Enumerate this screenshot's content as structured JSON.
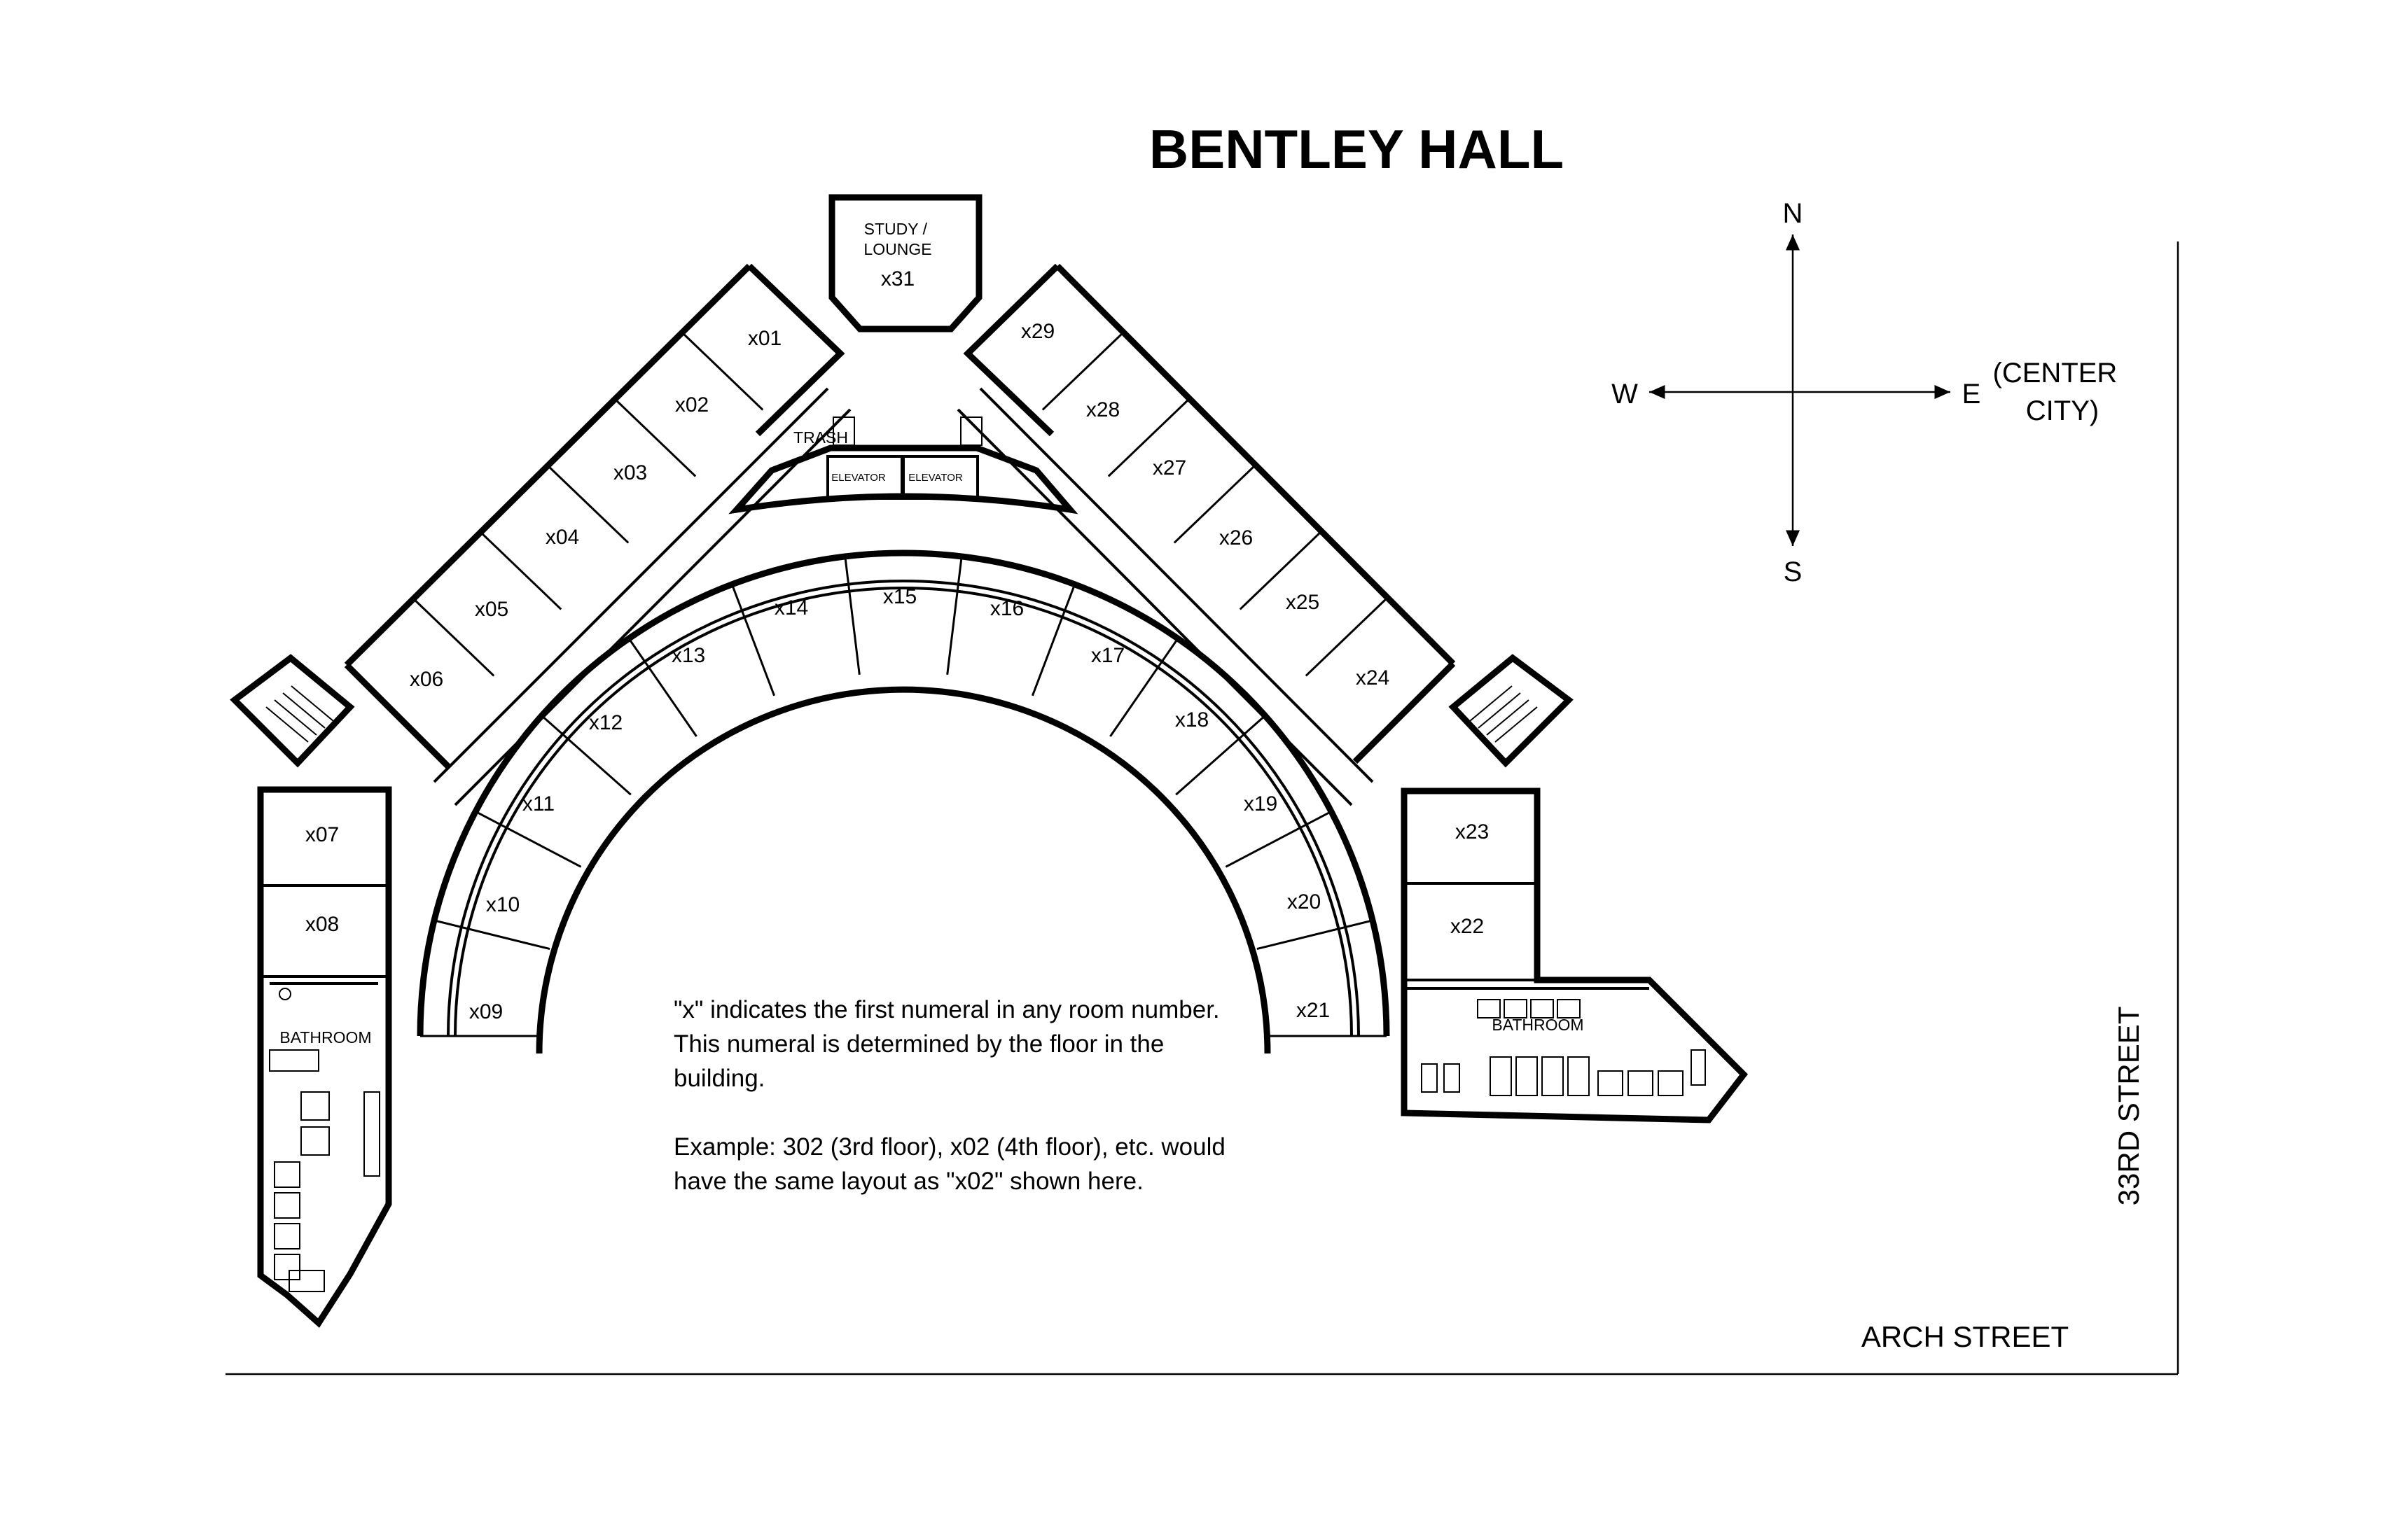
{
  "title": "BENTLEY HALL",
  "compass": {
    "north": "N",
    "south": "S",
    "west": "W",
    "east": "E",
    "east_note": "(CENTER\nCITY)"
  },
  "streets": {
    "east_street": "33RD STREET",
    "south_street": "ARCH STREET"
  },
  "note": {
    "paragraph1": "\"x\" indicates the first numeral in any room number. This numeral is determined by the floor in the building.",
    "paragraph2": "Example: 302 (3rd floor), x02 (4th floor), etc. would have the same layout as \"x02\" shown here."
  },
  "lounge": {
    "label": "STUDY /\nLOUNGE",
    "number": "x31"
  },
  "service": {
    "trash": "TRASH",
    "elevators": [
      "ELEVATOR",
      "ELEVATOR"
    ]
  },
  "bathrooms": {
    "west": "BATHROOM",
    "east": "BATHROOM"
  },
  "rooms": {
    "nw_wing": [
      "x01",
      "x02",
      "x03",
      "x04",
      "x05",
      "x06"
    ],
    "ne_wing": [
      "x29",
      "x28",
      "x27",
      "x26",
      "x25",
      "x24"
    ],
    "inner_arc": [
      "x09",
      "x10",
      "x11",
      "x12",
      "x13",
      "x14",
      "x15",
      "x16",
      "x17",
      "x18",
      "x19",
      "x20",
      "x21"
    ],
    "west_wing": [
      "x07",
      "x08"
    ],
    "east_wing": [
      "x23",
      "x22"
    ]
  }
}
